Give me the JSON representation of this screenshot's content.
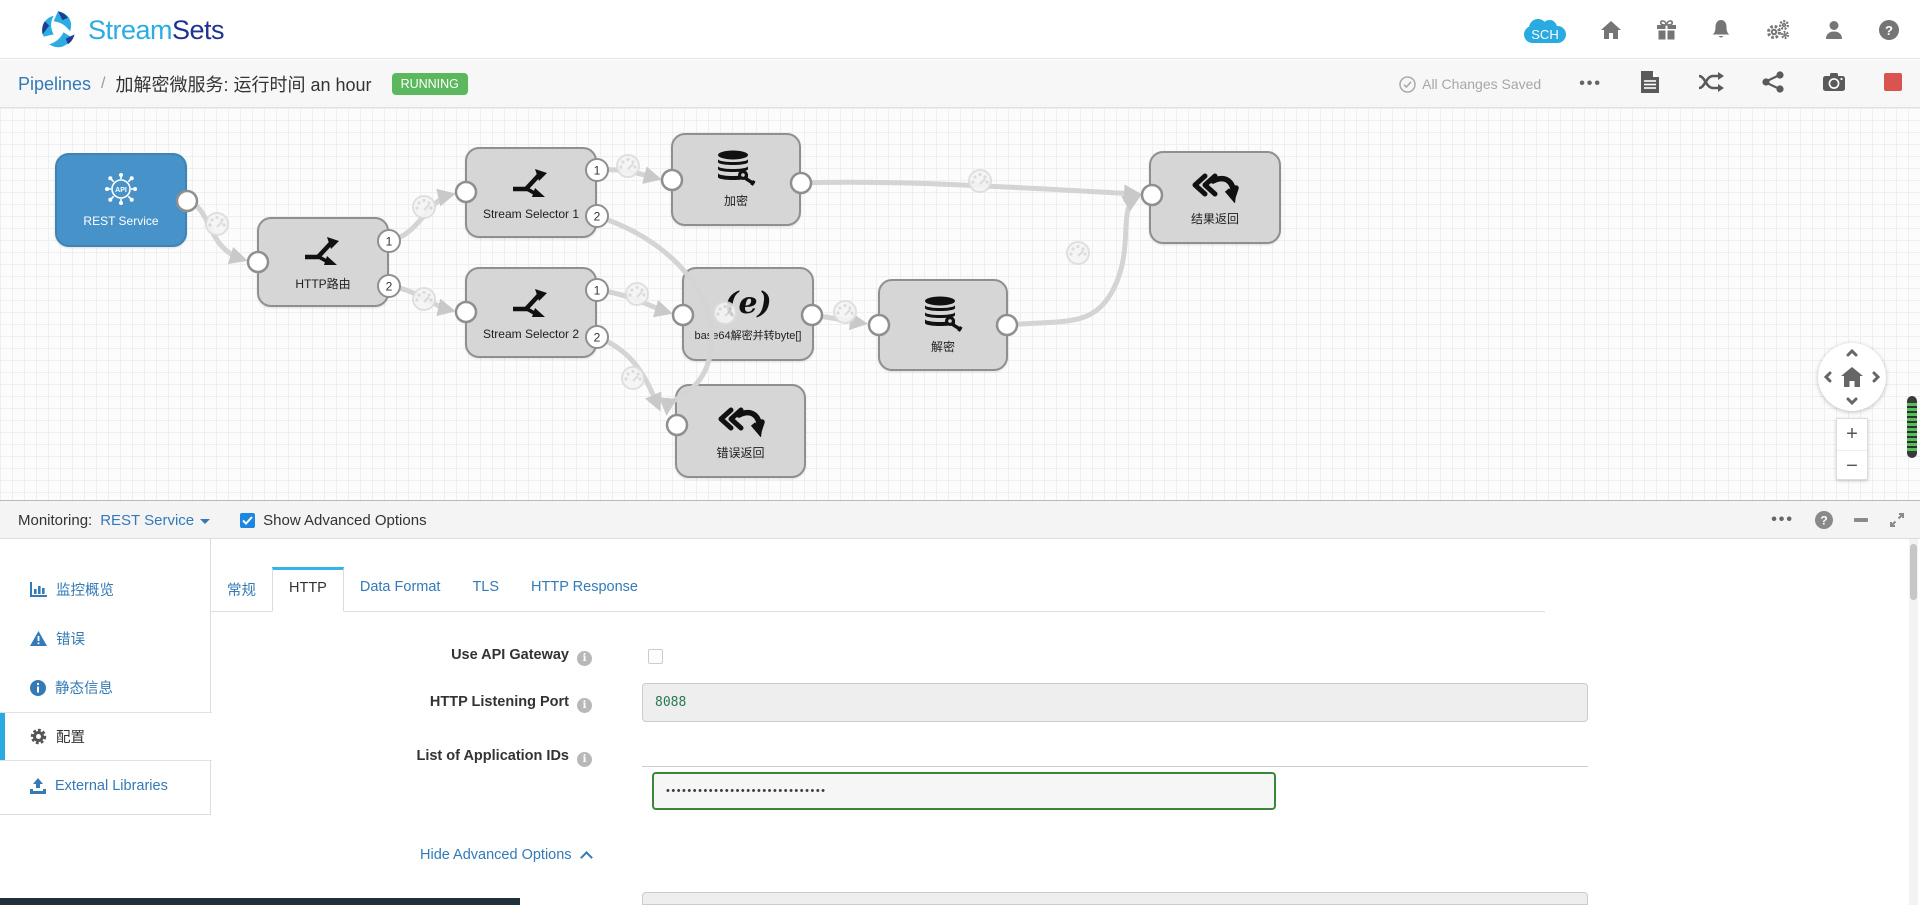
{
  "header": {
    "brand_light": "Stream",
    "brand_dark": "Sets",
    "sch_badge": "SCH",
    "icons": [
      "home-icon",
      "gift-icon",
      "notifications-icon",
      "settings-icon",
      "user-icon",
      "help-icon"
    ]
  },
  "breadcrumb": {
    "section": "Pipelines",
    "divider": "/",
    "title": "加解密微服务: 运行时间 an hour",
    "status_badge": "RUNNING",
    "save_status": "All Changes Saved",
    "more_label": "•••"
  },
  "canvas": {
    "nodes": [
      {
        "label": "REST Service",
        "type": "rest-service-origin"
      },
      {
        "label": "HTTP路由",
        "type": "stream-selector",
        "outputs": [
          "1",
          "2"
        ]
      },
      {
        "label": "Stream Selector 1",
        "type": "stream-selector",
        "outputs": [
          "1",
          "2"
        ]
      },
      {
        "label": "Stream Selector 2",
        "type": "stream-selector",
        "outputs": [
          "1",
          "2"
        ]
      },
      {
        "label": "加密",
        "type": "encrypt-decrypt"
      },
      {
        "label": "base64解密并转byte[]",
        "type": "expression-evaluator",
        "icon_text": "(e)"
      },
      {
        "label": "解密",
        "type": "encrypt-decrypt"
      },
      {
        "label": "结果返回",
        "type": "send-response"
      },
      {
        "label": "错误返回",
        "type": "send-response"
      }
    ]
  },
  "monitor": {
    "label": "Monitoring:",
    "stage_selector": "REST Service",
    "show_advanced": "Show Advanced Options",
    "show_advanced_checked": true
  },
  "sidebar": {
    "items": [
      {
        "label": "监控概览",
        "icon": "bar-chart-icon",
        "active": false
      },
      {
        "label": "错误",
        "icon": "warning-icon",
        "active": false
      },
      {
        "label": "静态信息",
        "icon": "info-icon",
        "active": false
      },
      {
        "label": "配置",
        "icon": "gear-icon",
        "active": true
      },
      {
        "label": "External Libraries",
        "icon": "upload-icon",
        "active": false
      }
    ]
  },
  "tabs": [
    {
      "label": "常规",
      "active": false
    },
    {
      "label": "HTTP",
      "active": true
    },
    {
      "label": "Data Format",
      "active": false
    },
    {
      "label": "TLS",
      "active": false
    },
    {
      "label": "HTTP Response",
      "active": false
    }
  ],
  "form": {
    "use_api_gateway": {
      "label": "Use API Gateway",
      "checked": false
    },
    "http_listening_port": {
      "label": "HTTP Listening Port",
      "value": "8088"
    },
    "list_of_application_ids": {
      "label": "List of Application IDs",
      "value": "••••••••••••••••••••••••••••••"
    },
    "hide_advanced_label": "Hide Advanced Options"
  },
  "colors": {
    "accent": "#29abe2",
    "link": "#337ab7",
    "running": "#5cb85c",
    "stop": "#d9534f",
    "origin_node": "#4792c9",
    "port_value_text": "#28784f",
    "secure_field_border": "#3a873a"
  }
}
